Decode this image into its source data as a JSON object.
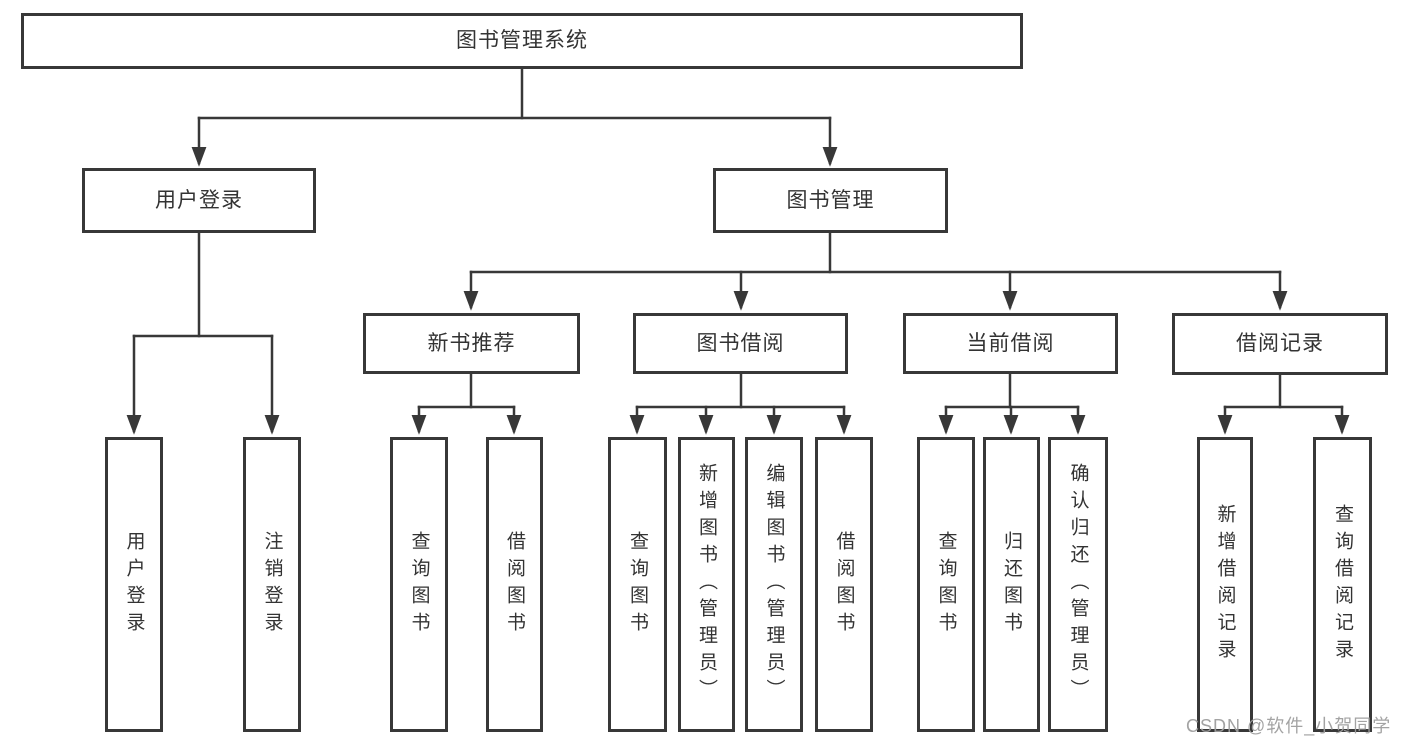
{
  "diagram_type": "hierarchy-org-chart",
  "nodes": {
    "root": "图书管理系统",
    "user_login": "用户登录",
    "book_mgmt": "图书管理",
    "new_book_rec": "新书推荐",
    "book_borrow": "图书借阅",
    "current_borrow": "当前借阅",
    "borrow_records": "借阅记录",
    "leaf_user_login": "用户登录",
    "leaf_logout": "注销登录",
    "leaf_nbr_query_books": "查询图书",
    "leaf_nbr_borrow_books": "借阅图书",
    "leaf_bb_query_books": "查询图书",
    "leaf_bb_add_books": "新增图书（管理员）",
    "leaf_bb_edit_books": "编辑图书（管理员）",
    "leaf_bb_borrow_books": "借阅图书",
    "leaf_cb_query_books": "查询图书",
    "leaf_cb_return_books": "归还图书",
    "leaf_cb_confirm_return": "确认归还（管理员）",
    "leaf_br_add_record": "新增借阅记录",
    "leaf_br_query_record": "查询借阅记录"
  },
  "edges": [
    [
      "root",
      "user_login"
    ],
    [
      "root",
      "book_mgmt"
    ],
    [
      "user_login",
      "leaf_user_login"
    ],
    [
      "user_login",
      "leaf_logout"
    ],
    [
      "book_mgmt",
      "new_book_rec"
    ],
    [
      "book_mgmt",
      "book_borrow"
    ],
    [
      "book_mgmt",
      "current_borrow"
    ],
    [
      "book_mgmt",
      "borrow_records"
    ],
    [
      "new_book_rec",
      "leaf_nbr_query_books"
    ],
    [
      "new_book_rec",
      "leaf_nbr_borrow_books"
    ],
    [
      "book_borrow",
      "leaf_bb_query_books"
    ],
    [
      "book_borrow",
      "leaf_bb_add_books"
    ],
    [
      "book_borrow",
      "leaf_bb_edit_books"
    ],
    [
      "book_borrow",
      "leaf_bb_borrow_books"
    ],
    [
      "current_borrow",
      "leaf_cb_query_books"
    ],
    [
      "current_borrow",
      "leaf_cb_return_books"
    ],
    [
      "current_borrow",
      "leaf_cb_confirm_return"
    ],
    [
      "borrow_records",
      "leaf_br_add_record"
    ],
    [
      "borrow_records",
      "leaf_br_query_record"
    ]
  ],
  "watermark": "CSDN @软件_小贺同学",
  "colors": {
    "line": "#383838",
    "box_border": "#383838",
    "box_fill": "#ffffff",
    "text": "#333333",
    "watermark": "#9e9e9e",
    "background": "#ffffff"
  }
}
